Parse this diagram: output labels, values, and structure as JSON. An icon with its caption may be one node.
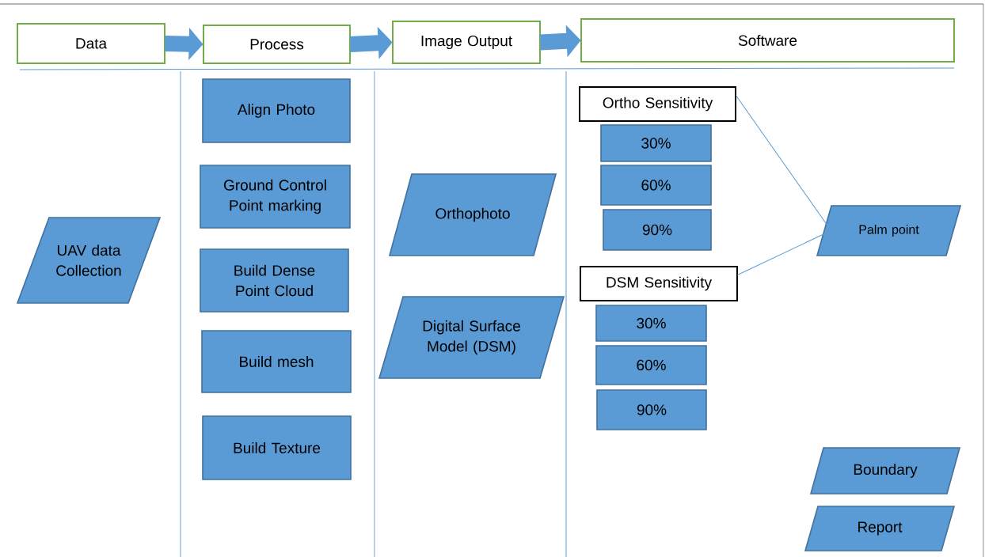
{
  "diagram": {
    "nodes": [
      {
        "text": [
          "Data"
        ]
      },
      {
        "text": [
          "Process"
        ]
      },
      {
        "text": [
          "Image Output"
        ]
      },
      {
        "text": [
          "Software"
        ]
      },
      {
        "text": [
          "UAV data Collection"
        ]
      },
      {
        "text": [
          "Align Photo"
        ]
      },
      {
        "text": [
          "Ground Control Point marking"
        ]
      },
      {
        "text": [
          "Build Dense Point Cloud"
        ]
      },
      {
        "text": [
          "Build mesh"
        ]
      },
      {
        "text": [
          "Build Texture"
        ]
      },
      {
        "text": [
          "Orthophoto"
        ]
      },
      {
        "text": [
          "Digital Surface Model (DSM)"
        ]
      },
      {
        "text": [
          "Ortho Sensitivity"
        ]
      },
      {
        "text": [
          "30%"
        ]
      },
      {
        "text": [
          "60%"
        ]
      },
      {
        "text": [
          "90%"
        ]
      },
      {
        "text": [
          "Palm point"
        ]
      },
      {
        "text": [
          "DSM Sensitivity"
        ]
      },
      {
        "text": [
          "30%"
        ]
      },
      {
        "text": [
          "60%"
        ]
      },
      {
        "text": [
          "90%"
        ]
      },
      {
        "text": [
          "Boundary"
        ]
      },
      {
        "text": [
          "Report"
        ]
      }
    ],
    "edges": [
      {
        "from": 0,
        "to": 1,
        "arrow": "to"
      },
      {
        "from": 1,
        "to": 2,
        "arrow": "to"
      },
      {
        "from": 2,
        "to": 3,
        "arrow": "to"
      },
      {
        "from": 12,
        "to": 16,
        "arrow": "none"
      },
      {
        "from": 17,
        "to": 16,
        "arrow": "none"
      }
    ]
  }
}
